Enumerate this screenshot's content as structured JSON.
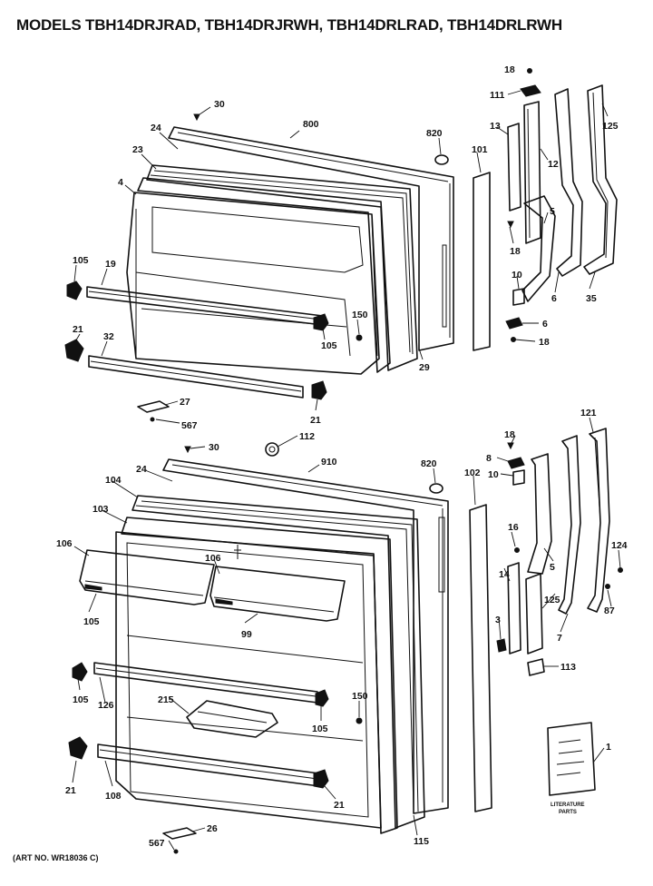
{
  "title": "MODELS TBH14DRJRAD, TBH14DRJRWH, TBH14DRLRAD, TBH14DRLRWH",
  "art_number": "(ART NO. WR18036 C)",
  "literature_label": [
    "LITERATURE",
    "PARTS"
  ],
  "callouts": {
    "c_18a": "18",
    "c_111": "111",
    "c_30a": "30",
    "c_800": "800",
    "c_820a": "820",
    "c_13": "13",
    "c_12": "12",
    "c_125a": "125",
    "c_24a": "24",
    "c_23": "23",
    "c_101": "101",
    "c_4": "4",
    "c_5a": "5",
    "c_18b": "18",
    "c_10a": "10",
    "c_105a": "105",
    "c_19": "19",
    "c_6a": "6",
    "c_35": "35",
    "c_150a": "150",
    "c_105b": "105",
    "c_6b": "6",
    "c_18c": "18",
    "c_21a": "21",
    "c_32": "32",
    "c_29": "29",
    "c_27": "27",
    "c_567a": "567",
    "c_21b": "21",
    "c_112": "112",
    "c_30b": "30",
    "c_910": "910",
    "c_820b": "820",
    "c_18d": "18",
    "c_121": "121",
    "c_8": "8",
    "c_10b": "10",
    "c_24b": "24",
    "c_102": "102",
    "c_104": "104",
    "c_103": "103",
    "c_16": "16",
    "c_106a": "106",
    "c_106b": "106",
    "c_14": "14",
    "c_5b": "5",
    "c_124": "124",
    "c_125b": "125",
    "c_87": "87",
    "c_105c": "105",
    "c_99": "99",
    "c_3": "3",
    "c_7": "7",
    "c_113": "113",
    "c_105d": "105",
    "c_126": "126",
    "c_215": "215",
    "c_150b": "150",
    "c_105e": "105",
    "c_1": "1",
    "c_21c": "21",
    "c_108": "108",
    "c_21d": "21",
    "c_567b": "567",
    "c_26": "26",
    "c_115": "115"
  }
}
